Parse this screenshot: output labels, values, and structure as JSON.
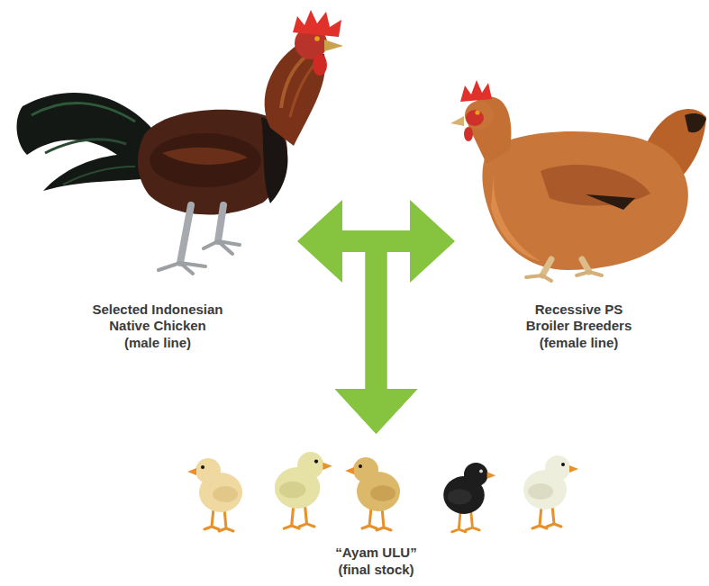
{
  "diagram": {
    "nodes": [
      {
        "text": [
          "Selected Indonesian Native Chicken",
          "(male line)"
        ]
      },
      {
        "text": [
          "Recessive PS Broiler Breeders",
          "(female line)"
        ]
      },
      {
        "text": [
          "“Ayam ULU”",
          "(final stock)"
        ]
      }
    ],
    "edges": [
      {
        "from": 0,
        "to": 1,
        "arrow": "both"
      },
      {
        "from": 0,
        "to": 2,
        "arrow": "to"
      },
      {
        "from": 1,
        "to": 2,
        "arrow": "to"
      }
    ]
  }
}
